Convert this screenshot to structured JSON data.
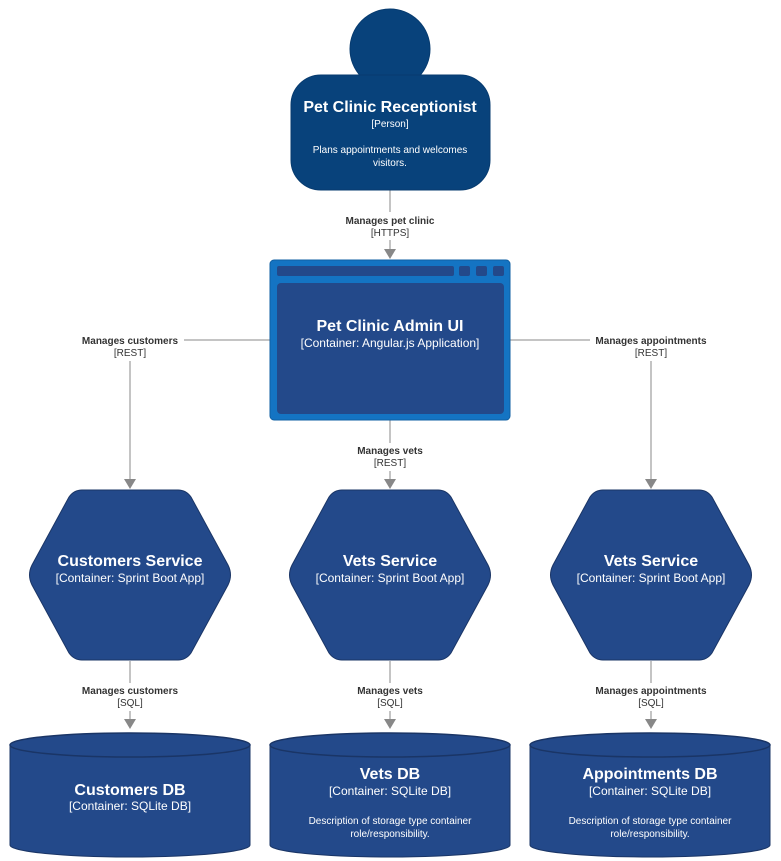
{
  "colors": {
    "person": "#08427B",
    "container": "#23498A",
    "container_border": "#1A3566",
    "browser_frame": "#1474C3",
    "arrow": "#888888",
    "text": "#FFFFFF",
    "label_text": "#333333"
  },
  "person": {
    "title": "Pet Clinic Receptionist",
    "type": "[Person]",
    "desc_line1": "Plans appointments and welcomes",
    "desc_line2": "visitors."
  },
  "admin_ui": {
    "title": "Pet Clinic Admin UI",
    "type": "[Container: Angular.js Application]"
  },
  "services": {
    "customers": {
      "title": "Customers Service",
      "type": "[Container: Sprint Boot App]"
    },
    "vets": {
      "title": "Vets Service",
      "type": "[Container: Sprint Boot App]"
    },
    "appointments": {
      "title": "Vets Service",
      "type": "[Container: Sprint Boot App]"
    }
  },
  "databases": {
    "customers": {
      "title": "Customers DB",
      "type": "[Container: SQLite DB]"
    },
    "vets": {
      "title": "Vets DB",
      "type": "[Container: SQLite DB]",
      "desc_line1": "Description of storage type container",
      "desc_line2": "role/responsibility."
    },
    "appointments": {
      "title": "Appointments DB",
      "type": "[Container: SQLite DB]",
      "desc_line1": "Description of storage type container",
      "desc_line2": "role/responsibility."
    }
  },
  "relations": {
    "person_ui": {
      "label": "Manages pet clinic",
      "tech": "[HTTPS]"
    },
    "ui_customers": {
      "label": "Manages customers",
      "tech": "[REST]"
    },
    "ui_vets": {
      "label": "Manages vets",
      "tech": "[REST]"
    },
    "ui_appointments": {
      "label": "Manages appointments",
      "tech": "[REST]"
    },
    "customers_db": {
      "label": "Manages customers",
      "tech": "[SQL]"
    },
    "vets_db": {
      "label": "Manages vets",
      "tech": "[SQL]"
    },
    "appointments_db": {
      "label": "Manages appointments",
      "tech": "[SQL]"
    }
  }
}
